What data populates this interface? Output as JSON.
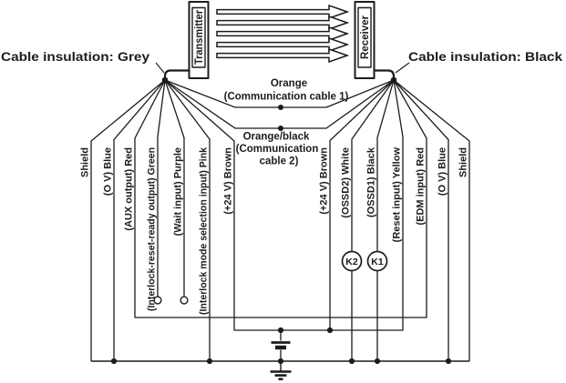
{
  "diagram": {
    "left_cable_label": "Cable insulation: Grey",
    "right_cable_label": "Cable insulation: Black",
    "transmitter_label": "Transmitter",
    "receiver_label": "Receiver",
    "comm_cable_1": {
      "line1": "Orange",
      "line2": "(Communication cable 1)"
    },
    "comm_cable_2": {
      "line1": "Orange/black",
      "line2": "(Communication",
      "line3": "cable 2)"
    },
    "left_wires": [
      {
        "label": "Shield"
      },
      {
        "label": "(O V) Blue"
      },
      {
        "label": "(AUX output) Red"
      },
      {
        "label": "(Interlock-reset-ready output) Green"
      },
      {
        "label": "(Wait input) Purple"
      },
      {
        "label": "(Interlock mode selection input) Pink"
      },
      {
        "label": "(+24 V) Brown"
      }
    ],
    "right_wires": [
      {
        "label": "(+24 V) Brown"
      },
      {
        "label": "(OSSD2) White"
      },
      {
        "label": "(OSSD1) Black"
      },
      {
        "label": "(Reset input) Yellow"
      },
      {
        "label": "(EDM input) Red"
      },
      {
        "label": "(O V) Blue"
      },
      {
        "label": "Shield"
      }
    ],
    "relays": [
      {
        "label": "K2"
      },
      {
        "label": "K1"
      }
    ],
    "colors": {
      "ink": "#1c1c1c",
      "background": "#ffffff"
    }
  }
}
